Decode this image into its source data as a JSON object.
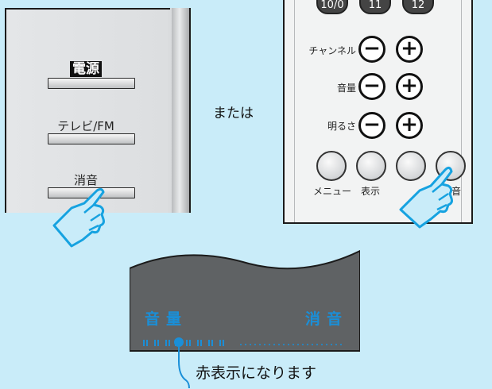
{
  "tv_panel": {
    "power_label": "電源",
    "tv_fm_label": "テレビ/FM",
    "mute_label": "消音"
  },
  "or_label": "または",
  "remote": {
    "number_buttons": [
      "10/0",
      "11",
      "12"
    ],
    "channel_label": "チャンネル",
    "volume_label": "音量",
    "brightness_label": "明るさ",
    "minus": "−",
    "plus": "+",
    "menu_label": "メニュー",
    "display_label": "表示",
    "mute_label": "消音"
  },
  "tv_display": {
    "volume_text": "音量",
    "mute_text": "消音",
    "accent_color": "#1a8fd8"
  },
  "caption": "赤表示になります",
  "icons": [
    "pointing-hand-icon"
  ]
}
